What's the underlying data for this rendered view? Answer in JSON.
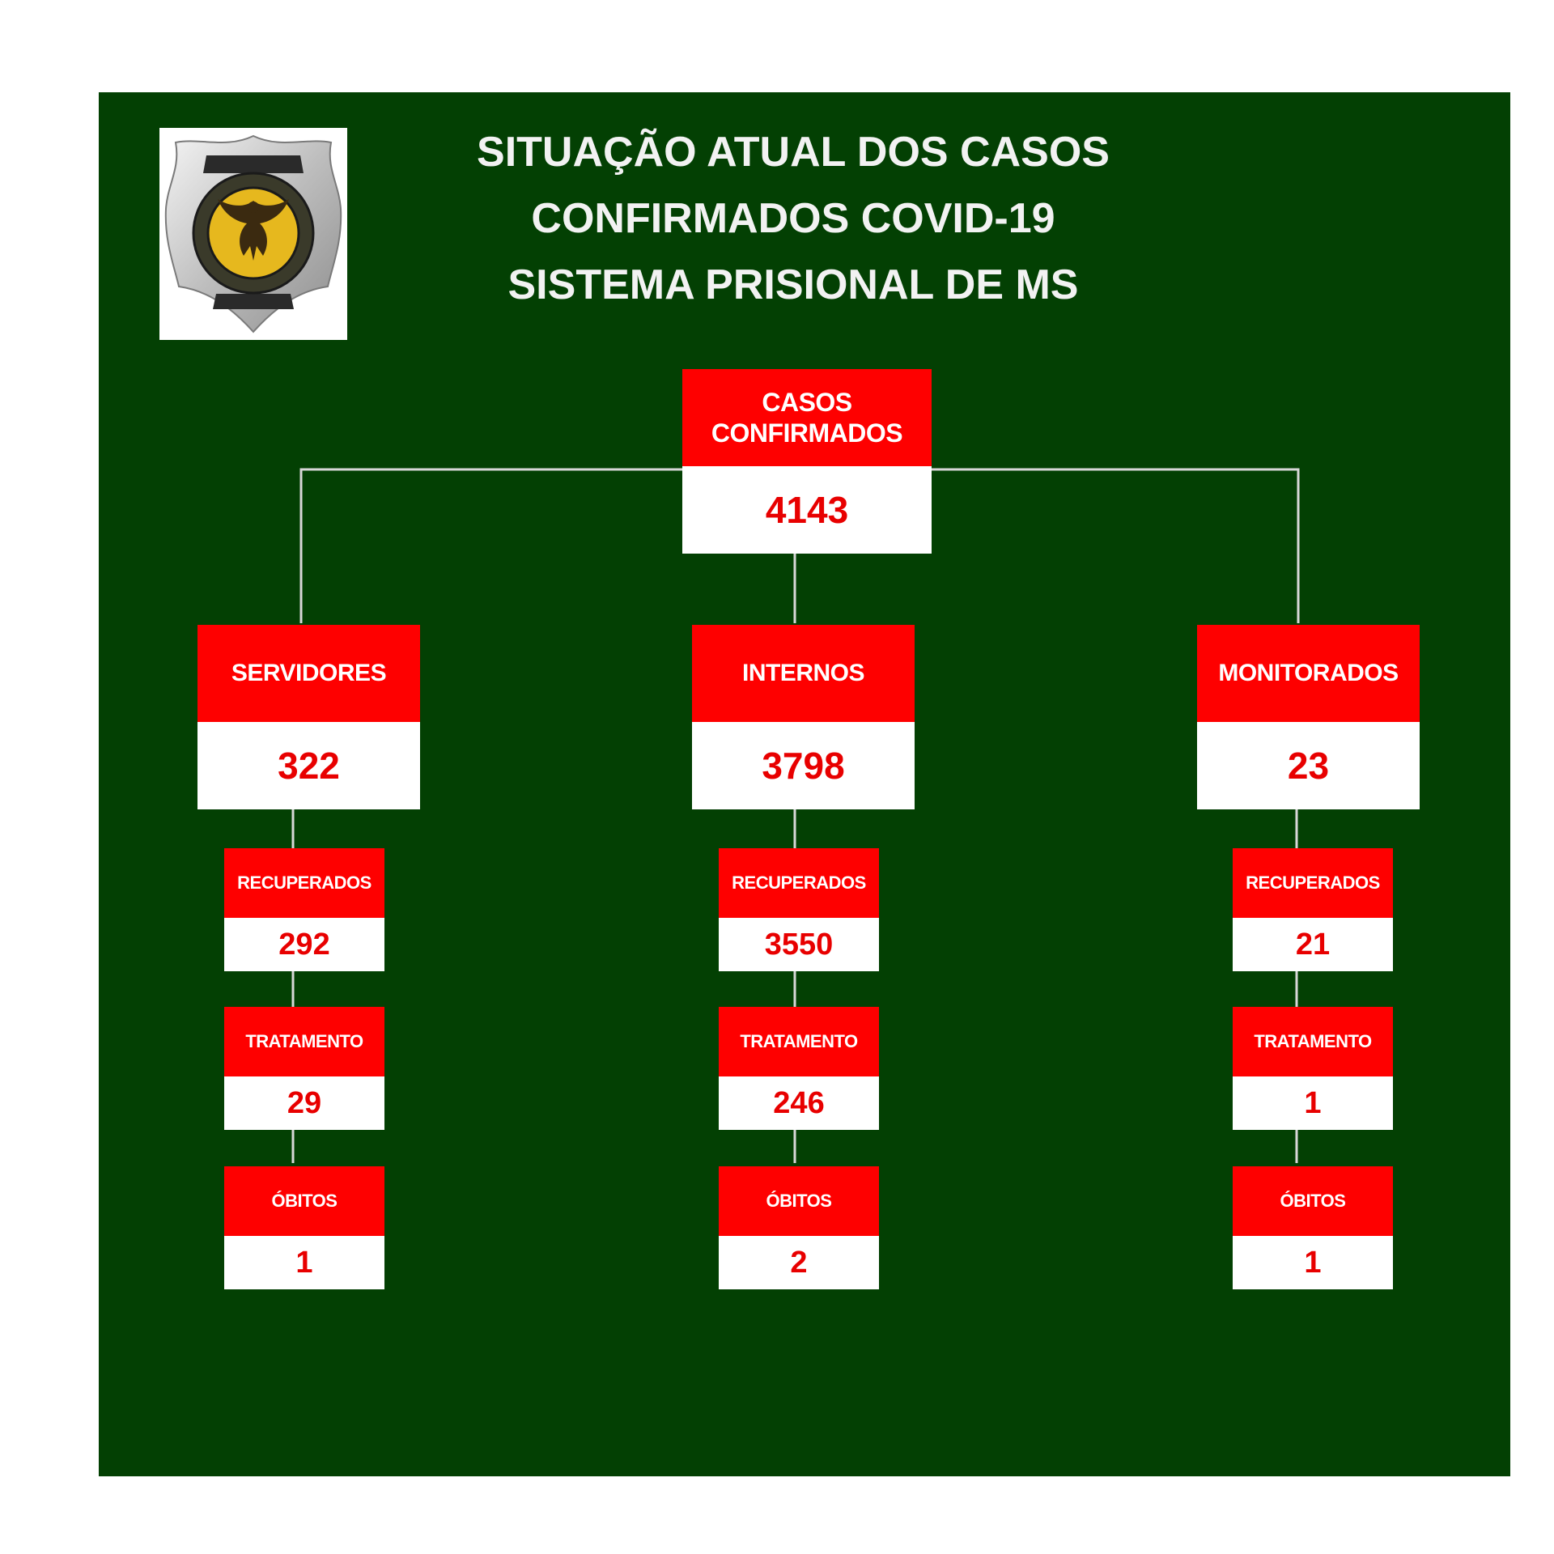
{
  "title": {
    "line1": "SITUAÇÃO ATUAL DOS CASOS",
    "line2": "CONFIRMADOS COVID-19",
    "line3": "SISTEMA PRISIONAL DE MS"
  },
  "logo": {
    "icon": "prison-agency-badge-icon",
    "gold": "#e6b81e",
    "silver": "#c9c9c9"
  },
  "colors": {
    "background": "#034003",
    "header_red": "#fe0000",
    "value_red": "#e80000",
    "connector": "#d8d8d8"
  },
  "total": {
    "label_line1": "CASOS",
    "label_line2": "CONFIRMADOS",
    "value": "4143"
  },
  "groups": [
    {
      "label": "SERVIDORES",
      "value": "322",
      "stats": [
        {
          "label": "RECUPERADOS",
          "value": "292"
        },
        {
          "label": "TRATAMENTO",
          "value": "29"
        },
        {
          "label": "ÓBITOS",
          "value": "1"
        }
      ]
    },
    {
      "label": "INTERNOS",
      "value": "3798",
      "stats": [
        {
          "label": "RECUPERADOS",
          "value": "3550"
        },
        {
          "label": "TRATAMENTO",
          "value": "246"
        },
        {
          "label": "ÓBITOS",
          "value": "2"
        }
      ]
    },
    {
      "label": "MONITORADOS",
      "value": "23",
      "stats": [
        {
          "label": "RECUPERADOS",
          "value": "21"
        },
        {
          "label": "TRATAMENTO",
          "value": "1"
        },
        {
          "label": "ÓBITOS",
          "value": "1"
        }
      ]
    }
  ]
}
